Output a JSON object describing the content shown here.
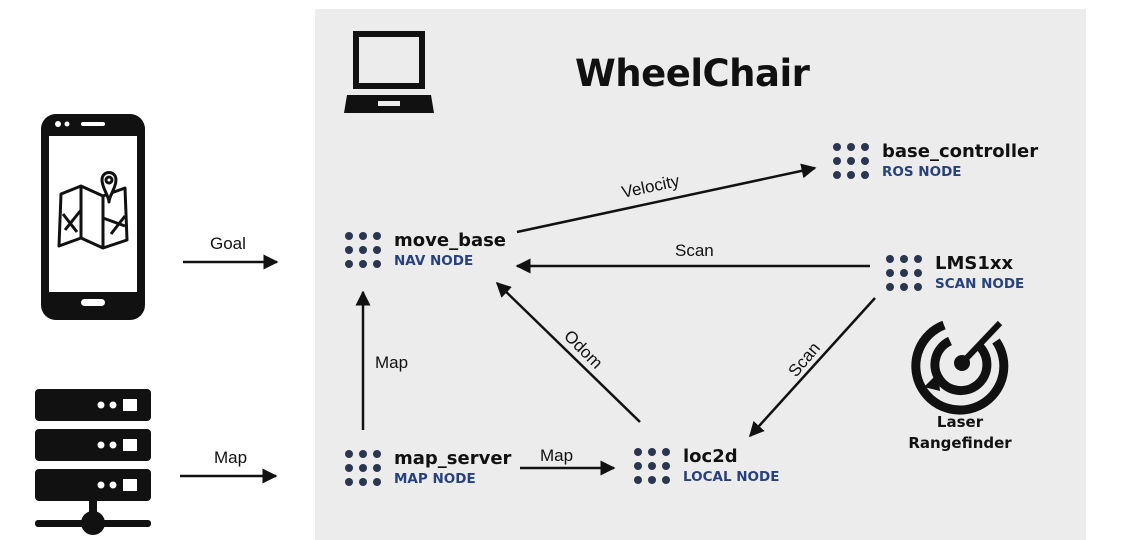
{
  "title": "WheelChair",
  "nodes": {
    "move_base": {
      "name": "move_base",
      "kind": "NAV NODE"
    },
    "base_controller": {
      "name": "base_controller",
      "kind": "ROS NODE"
    },
    "lms1xx": {
      "name": "LMS1xx",
      "kind": "SCAN NODE"
    },
    "map_server": {
      "name": "map_server",
      "kind": "MAP NODE"
    },
    "loc2d": {
      "name": "loc2d",
      "kind": "LOCAL NODE"
    }
  },
  "edges": {
    "goal": "Goal",
    "map_input": "Map",
    "velocity": "Velocity",
    "scan_to_move_base": "Scan",
    "scan_to_loc2d": "Scan",
    "map_to_move_base": "Map",
    "odom": "Odom",
    "map_to_loc2d": "Map"
  },
  "laser": {
    "line1": "Laser",
    "line2": "Rangefinder"
  },
  "icons": {
    "laptop": "laptop-icon",
    "phone": "smartphone-map-icon",
    "server": "server-icon",
    "laser": "laser-rangefinder-icon",
    "node": "node-grid-icon"
  }
}
